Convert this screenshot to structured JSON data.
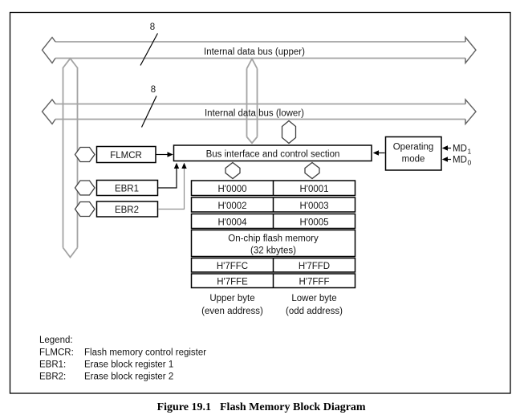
{
  "buses": {
    "upper_label": "Internal data bus (upper)",
    "lower_label": "Internal data bus (lower)",
    "upper_width_marker": "8",
    "lower_width_marker": "8"
  },
  "blocks": {
    "bus_interface_label": "Bus interface and control section",
    "operating_mode_line1": "Operating",
    "operating_mode_line2": "mode",
    "flmcr_label": "FLMCR",
    "ebr1_label": "EBR1",
    "ebr2_label": "EBR2"
  },
  "signals": {
    "md1_base": "MD",
    "md1_sub": "1",
    "md0_base": "MD",
    "md0_sub": "0"
  },
  "memory": {
    "rows_top": [
      [
        "H'0000",
        "H'0001"
      ],
      [
        "H'0002",
        "H'0003"
      ],
      [
        "H'0004",
        "H'0005"
      ]
    ],
    "flash_line1": "On-chip flash memory",
    "flash_line2": "(32 kbytes)",
    "rows_bottom": [
      [
        "H'7FFC",
        "H'7FFD"
      ],
      [
        "H'7FFE",
        "H'7FFF"
      ]
    ],
    "upper_byte_label": "Upper byte",
    "upper_byte_sub": "(even address)",
    "lower_byte_label": "Lower byte",
    "lower_byte_sub": "(odd address)"
  },
  "legend": {
    "title": "Legend:",
    "entries": [
      {
        "term": "FLMCR:",
        "desc": "Flash memory control register"
      },
      {
        "term": "EBR1:",
        "desc": "Erase block register 1"
      },
      {
        "term": "EBR2:",
        "desc": "Erase block register 2"
      }
    ]
  },
  "caption": {
    "prefix": "Figure 19.1",
    "title": "Flash Memory Block Diagram"
  },
  "colors": {
    "bus_gray": "#a3a3a3",
    "arrowhead_gray": "#606060",
    "line_black": "#000000",
    "ebr2_wire_gray": "#8e8e8e"
  }
}
